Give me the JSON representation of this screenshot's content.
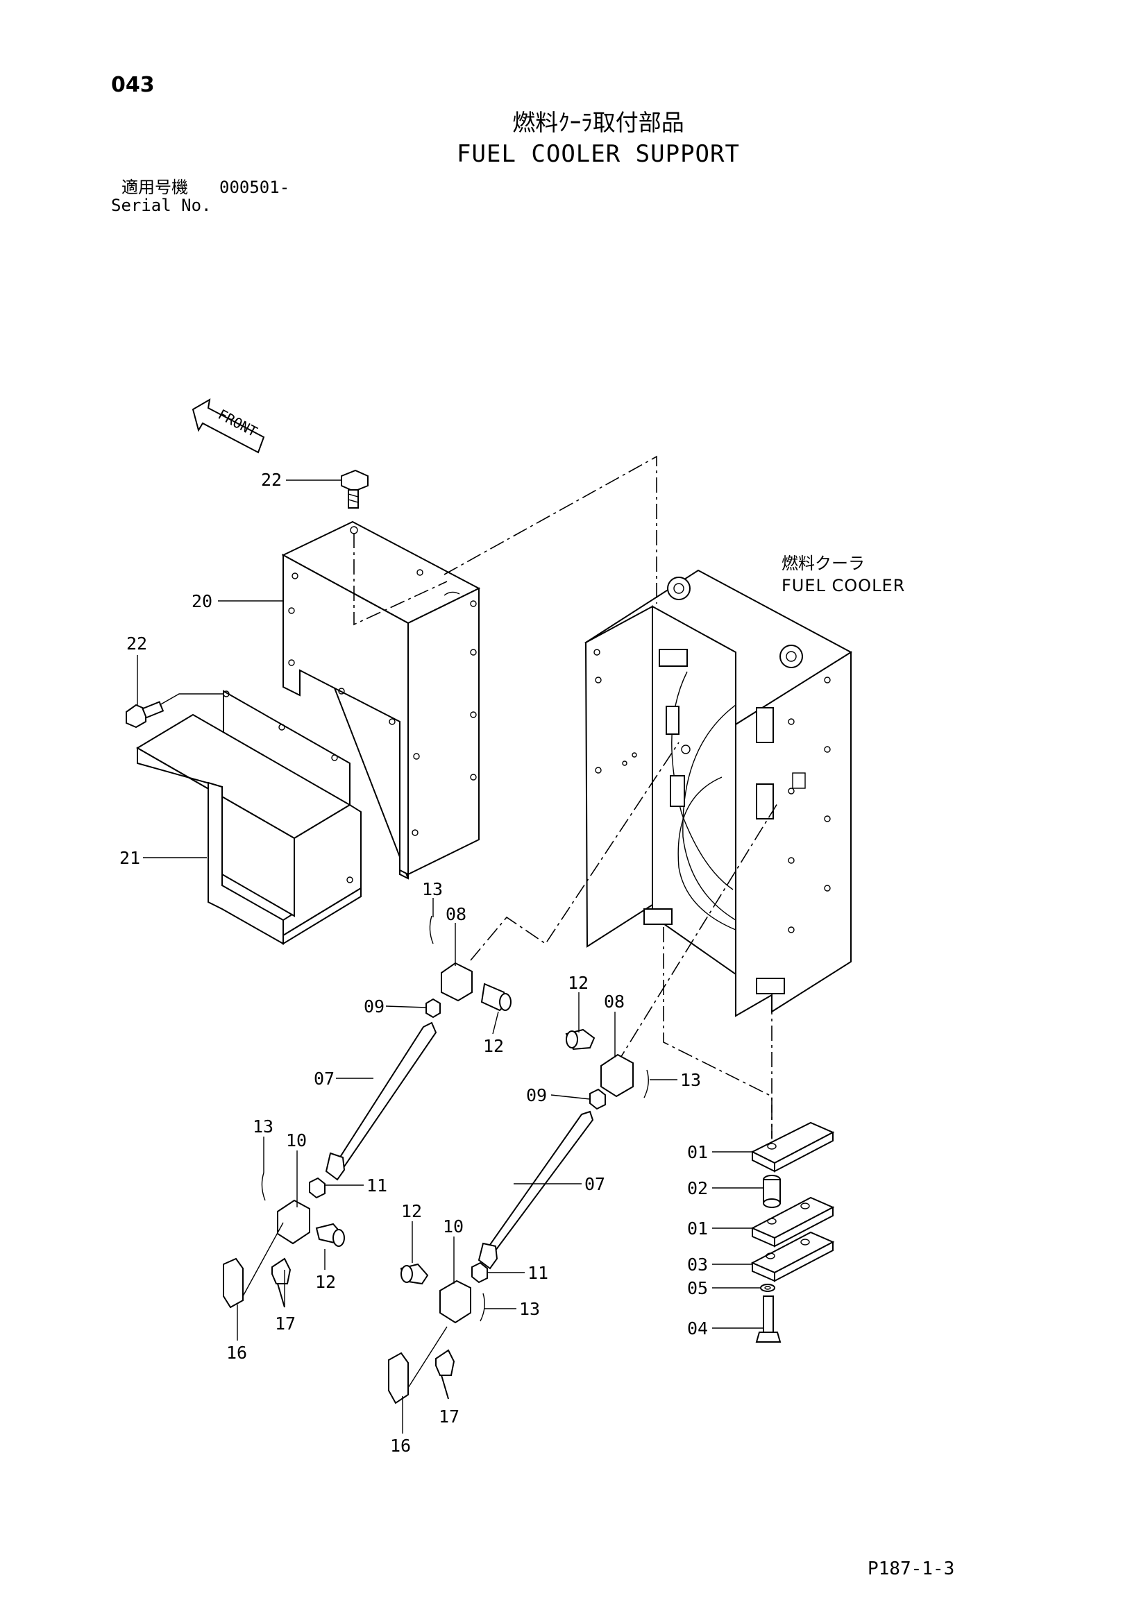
{
  "header": {
    "page_number": "043",
    "title_jp": "燃料ｸｰﾗ取付部品",
    "title_en": "FUEL COOLER SUPPORT",
    "serial_label_jp": "適用号機",
    "serial_value": "000501-",
    "serial_label_en": "Serial No."
  },
  "diagram": {
    "front_arrow_label": "FRONT",
    "component_label_jp": "燃料クーラ",
    "component_label_en": "FUEL COOLER",
    "callouts": {
      "c22_top": "22",
      "c20": "20",
      "c22_left": "22",
      "c21": "21",
      "c13_a": "13",
      "c08_a": "08",
      "c09_a": "09",
      "c12_a": "12",
      "c07_a": "07",
      "c13_b": "13",
      "c10_a": "10",
      "c11_a": "11",
      "c12_b": "12",
      "c17_a": "17",
      "c16_a": "16",
      "c12_c": "12",
      "c08_b": "08",
      "c13_c": "13",
      "c09_b": "09",
      "c07_b": "07",
      "c12_d": "12",
      "c10_b": "10",
      "c11_b": "11",
      "c13_d": "13",
      "c17_b": "17",
      "c16_b": "16",
      "c01_a": "01",
      "c02": "02",
      "c01_b": "01",
      "c03": "03",
      "c05": "05",
      "c04": "04"
    }
  },
  "footer": {
    "page_code": "P187-1-3"
  }
}
